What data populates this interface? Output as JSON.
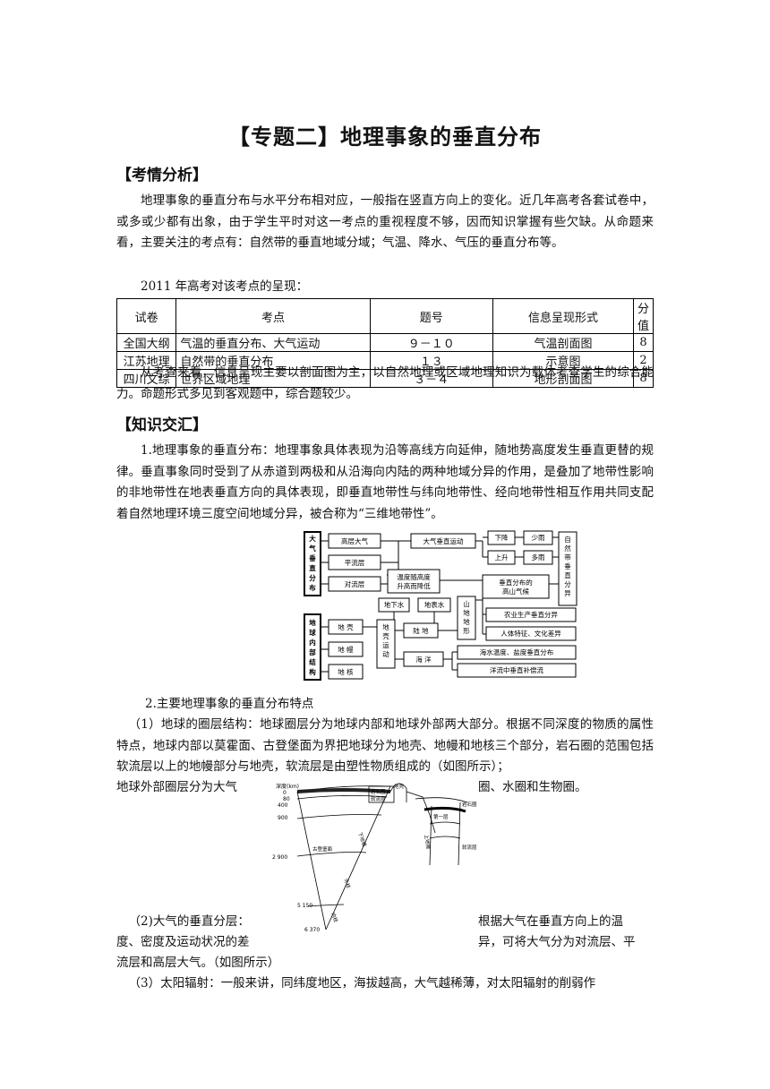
{
  "title": "【专题二】地理事象的垂直分布",
  "section1": {
    "heading": "【考情分析】",
    "para1": "地理事象的垂直分布与水平分布相对应，一般指在竖直方向上的变化。近几年高考各套试卷中，或多或少都有出象，由于学生平时对这一考点的重视程度不够，因而知识掌握有些欠缺。从命题来看，主要关注的考点有：自然带的垂直地域分域；气温、降水、气压的垂直分布等。",
    "table_caption": "2011 年高考对该考点的呈现：",
    "table_headers": [
      "试卷",
      "考点",
      "题号",
      "信息呈现形式",
      "分值"
    ],
    "table_rows": [
      [
        "全国大纲",
        "气温的垂直分布、大气运动",
        "９－１０",
        "气温剖面图",
        "8"
      ],
      [
        "江苏地理",
        "自然带的垂直分布",
        "１３",
        "示意图",
        "2"
      ],
      [
        "四川文综",
        "世界区域地理",
        "３－４",
        "地形剖面图",
        "8"
      ]
    ],
    "para2": "从考查来看，信息呈现主要以剖面图为主，以自然地理或区域地理知识为载体考查学生的综合能力。命题形式多见到客观题中，综合题较少。"
  },
  "section2": {
    "heading": "【知识交汇】",
    "para1": "1.地理事象的垂直分布：地理事象具体表现为沿等高线方向延伸，随地势高度发生垂直更替的规律。垂直事象同时受到了从赤道到两极和从沿海向内陆的两种地域分异的作用，是叠加了地带性影响的非地带性在地表垂直方向的具体表现，即垂直地带性与纬向地带性、经向地带性相互作用共同支配着自然地理环境三度空间地域分异，被合称为“三维地带性”。",
    "diagram": {
      "atm_title": "大气垂直分布",
      "earth_title": "地球内部结构",
      "layers": [
        "高层大气",
        "平流层",
        "对流层"
      ],
      "interior": [
        "地 壳",
        "地 幔",
        "地 核"
      ],
      "temp": "温度随高度升高而降低",
      "vert_motion": "大气垂直运动",
      "down": "下降",
      "up": "上升",
      "less_rain": "少雨",
      "more_rain": "多雨",
      "zones": "自然带垂直分异",
      "mountain_climate": "垂直分布的高山气候",
      "groundwater": "地下水",
      "surface_water": "地表水",
      "mountain_terrain": "山地地形",
      "crust_motion": "地壳运动",
      "land": "陆 地",
      "ocean": "海 洋",
      "agri": "农业生产垂直分异",
      "human": "人体特征、文化差异",
      "sea_temp": "海水温度、盐度垂直分布",
      "ocean_current": "洋流中垂直补偿流"
    },
    "point2_title": "2.主要地理事象的垂直分布特点",
    "p1_a": "（1）地球的圈层结构：地球圈层分为地球内部和地球外部两大部分。根据不同深度的物质的属性特点，地球内部以莫霍面、古登堡面为界把地球分为地壳、地幔和地核三个部分，岩石圈的范围包括软流层以上的地幔部分与地壳，软流层是由塑性物质组成的（如图所示）；",
    "p1_b_left": "地球外部圈层分为大气",
    "p1_b_right": "圈、水圈和生物圈。",
    "p2_left1": "（2)大气的垂直分层：",
    "p2_right1": "根据大气在垂直方向上的温",
    "p2_left2": "度、密度及运动状况的差",
    "p2_right2": "异，可将大气分为对流层、平",
    "p2_line3": "流层和高层大气。（如图所示）",
    "p3": "（3）太阳辐射：一般来讲，同纬度地区，海拔越高，大气越稀薄，对太阳辐射的削弱作"
  },
  "earth_figure": {
    "depth_label": "深度(km)",
    "depths": [
      "0",
      "80",
      "400",
      "900",
      "2 900",
      "5 150",
      "6 370"
    ],
    "labels": [
      "古登堡面",
      "岩石圈",
      "软流层",
      "地壳",
      "下地幔",
      "外核",
      "内核",
      "第一层",
      "软流层",
      "岩石圈",
      "上地幔"
    ]
  }
}
